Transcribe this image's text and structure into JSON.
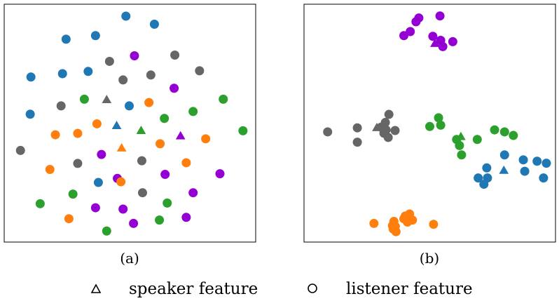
{
  "chart_data": [
    {
      "type": "scatter",
      "panel_label": "(a)",
      "colors": {
        "blue": "#1f77b4",
        "orange": "#ff7f0e",
        "green": "#2ca02c",
        "purple": "#9400d3",
        "gray": "#666666"
      },
      "xlim": [
        0,
        100
      ],
      "ylim": [
        0,
        100
      ],
      "points": [
        {
          "x": 48.3,
          "y": 97.8,
          "color": "blue",
          "marker": "circle"
        },
        {
          "x": 60.3,
          "y": 94.2,
          "color": "blue",
          "marker": "circle"
        },
        {
          "x": 23.1,
          "y": 87.5,
          "color": "blue",
          "marker": "circle"
        },
        {
          "x": 35.5,
          "y": 89.1,
          "color": "blue",
          "marker": "circle"
        },
        {
          "x": 51.9,
          "y": 80.1,
          "color": "purple",
          "marker": "circle"
        },
        {
          "x": 68.9,
          "y": 80.4,
          "color": "gray",
          "marker": "circle"
        },
        {
          "x": 41.4,
          "y": 77.6,
          "color": "gray",
          "marker": "circle"
        },
        {
          "x": 79.3,
          "y": 73.4,
          "color": "gray",
          "marker": "circle"
        },
        {
          "x": 8.3,
          "y": 70.6,
          "color": "blue",
          "marker": "circle"
        },
        {
          "x": 21.6,
          "y": 72.1,
          "color": "blue",
          "marker": "circle"
        },
        {
          "x": 32.4,
          "y": 73.1,
          "color": "blue",
          "marker": "circle"
        },
        {
          "x": 58.8,
          "y": 71.5,
          "color": "gray",
          "marker": "circle"
        },
        {
          "x": 47.1,
          "y": 69.3,
          "color": "gray",
          "marker": "circle"
        },
        {
          "x": 68.6,
          "y": 65.6,
          "color": "purple",
          "marker": "circle"
        },
        {
          "x": 40.2,
          "y": 60.4,
          "color": "gray",
          "marker": "triangle"
        },
        {
          "x": 30.8,
          "y": 60.7,
          "color": "green",
          "marker": "circle"
        },
        {
          "x": 58.0,
          "y": 59.2,
          "color": "orange",
          "marker": "circle"
        },
        {
          "x": 89.3,
          "y": 60.7,
          "color": "green",
          "marker": "circle"
        },
        {
          "x": 21.0,
          "y": 57.7,
          "color": "gray",
          "marker": "circle"
        },
        {
          "x": 49.7,
          "y": 57.7,
          "color": "blue",
          "marker": "circle"
        },
        {
          "x": 76.6,
          "y": 55.2,
          "color": "green",
          "marker": "circle"
        },
        {
          "x": 8.0,
          "y": 54.0,
          "color": "blue",
          "marker": "circle"
        },
        {
          "x": 64.5,
          "y": 52.1,
          "color": "green",
          "marker": "circle"
        },
        {
          "x": 36.1,
          "y": 49.7,
          "color": "orange",
          "marker": "circle"
        },
        {
          "x": 44.4,
          "y": 48.8,
          "color": "blue",
          "marker": "triangle"
        },
        {
          "x": 54.7,
          "y": 46.6,
          "color": "green",
          "marker": "triangle"
        },
        {
          "x": 97.6,
          "y": 46.6,
          "color": "green",
          "marker": "circle"
        },
        {
          "x": 18.6,
          "y": 44.8,
          "color": "orange",
          "marker": "circle"
        },
        {
          "x": 28.0,
          "y": 45.4,
          "color": "orange",
          "marker": "circle"
        },
        {
          "x": 71.3,
          "y": 44.2,
          "color": "purple",
          "marker": "triangle"
        },
        {
          "x": 81.9,
          "y": 43.0,
          "color": "orange",
          "marker": "circle"
        },
        {
          "x": 62.7,
          "y": 40.8,
          "color": "orange",
          "marker": "circle"
        },
        {
          "x": 3.9,
          "y": 37.8,
          "color": "gray",
          "marker": "circle"
        },
        {
          "x": 46.5,
          "y": 38.8,
          "color": "orange",
          "marker": "triangle"
        },
        {
          "x": 38.0,
          "y": 36.0,
          "color": "purple",
          "marker": "circle"
        },
        {
          "x": 55.0,
          "y": 33.2,
          "color": "gray",
          "marker": "circle"
        },
        {
          "x": 73.7,
          "y": 32.3,
          "color": "orange",
          "marker": "circle"
        },
        {
          "x": 28.0,
          "y": 32.0,
          "color": "gray",
          "marker": "circle"
        },
        {
          "x": 16.3,
          "y": 29.3,
          "color": "orange",
          "marker": "circle"
        },
        {
          "x": 44.7,
          "y": 25.3,
          "color": "purple",
          "marker": "circle"
        },
        {
          "x": 64.8,
          "y": 27.1,
          "color": "purple",
          "marker": "circle"
        },
        {
          "x": 87.9,
          "y": 27.4,
          "color": "purple",
          "marker": "circle"
        },
        {
          "x": 36.7,
          "y": 23.5,
          "color": "blue",
          "marker": "circle"
        },
        {
          "x": 46.2,
          "y": 23.8,
          "color": "orange",
          "marker": "circle"
        },
        {
          "x": 55.3,
          "y": 18.9,
          "color": "gray",
          "marker": "circle"
        },
        {
          "x": 26.0,
          "y": 18.3,
          "color": "green",
          "marker": "circle"
        },
        {
          "x": 76.6,
          "y": 18.9,
          "color": "purple",
          "marker": "circle"
        },
        {
          "x": 12.2,
          "y": 14.0,
          "color": "green",
          "marker": "circle"
        },
        {
          "x": 35.5,
          "y": 12.2,
          "color": "purple",
          "marker": "circle"
        },
        {
          "x": 65.7,
          "y": 14.3,
          "color": "green",
          "marker": "circle"
        },
        {
          "x": 47.1,
          "y": 11.6,
          "color": "purple",
          "marker": "circle"
        },
        {
          "x": 24.3,
          "y": 7.3,
          "color": "orange",
          "marker": "circle"
        },
        {
          "x": 51.5,
          "y": 5.2,
          "color": "purple",
          "marker": "circle"
        },
        {
          "x": 62.4,
          "y": 6.7,
          "color": "green",
          "marker": "circle"
        },
        {
          "x": 73.7,
          "y": 7.9,
          "color": "purple",
          "marker": "circle"
        },
        {
          "x": 40.2,
          "y": 1.8,
          "color": "green",
          "marker": "circle"
        }
      ]
    },
    {
      "type": "scatter",
      "panel_label": "(b)",
      "colors": {
        "blue": "#1f77b4",
        "orange": "#ff7f0e",
        "green": "#2ca02c",
        "purple": "#9400d3",
        "gray": "#666666"
      },
      "xlim": [
        0,
        100
      ],
      "ylim": [
        0,
        100
      ],
      "points": [
        {
          "x": 54.3,
          "y": 97.9,
          "color": "purple",
          "marker": "circle"
        },
        {
          "x": 44.2,
          "y": 95.3,
          "color": "purple",
          "marker": "circle"
        },
        {
          "x": 45.4,
          "y": 97.0,
          "color": "purple",
          "marker": "circle"
        },
        {
          "x": 41.8,
          "y": 90.9,
          "color": "purple",
          "marker": "circle"
        },
        {
          "x": 39.1,
          "y": 89.1,
          "color": "purple",
          "marker": "circle"
        },
        {
          "x": 51.3,
          "y": 88.8,
          "color": "purple",
          "marker": "circle"
        },
        {
          "x": 54.6,
          "y": 87.0,
          "color": "purple",
          "marker": "circle"
        },
        {
          "x": 59.7,
          "y": 86.4,
          "color": "purple",
          "marker": "circle"
        },
        {
          "x": 52.2,
          "y": 85.5,
          "color": "purple",
          "marker": "triangle"
        },
        {
          "x": 55.5,
          "y": 84.2,
          "color": "purple",
          "marker": "circle"
        },
        {
          "x": 32.8,
          "y": 53.9,
          "color": "gray",
          "marker": "circle"
        },
        {
          "x": 53.7,
          "y": 52.4,
          "color": "green",
          "marker": "circle"
        },
        {
          "x": 31.3,
          "y": 50.3,
          "color": "gray",
          "marker": "circle"
        },
        {
          "x": 29.5,
          "y": 48.2,
          "color": "gray",
          "marker": "circle"
        },
        {
          "x": 19.5,
          "y": 47.9,
          "color": "gray",
          "marker": "circle"
        },
        {
          "x": 27.7,
          "y": 47.9,
          "color": "gray",
          "marker": "triangle"
        },
        {
          "x": 54.6,
          "y": 49.1,
          "color": "green",
          "marker": "circle"
        },
        {
          "x": 50.0,
          "y": 48.5,
          "color": "green",
          "marker": "circle"
        },
        {
          "x": 31.6,
          "y": 47.0,
          "color": "gray",
          "marker": "circle"
        },
        {
          "x": 35.4,
          "y": 46.7,
          "color": "gray",
          "marker": "circle"
        },
        {
          "x": 7.0,
          "y": 46.1,
          "color": "gray",
          "marker": "circle"
        },
        {
          "x": 30.7,
          "y": 45.5,
          "color": "gray",
          "marker": "circle"
        },
        {
          "x": 32.5,
          "y": 43.6,
          "color": "gray",
          "marker": "circle"
        },
        {
          "x": 77.3,
          "y": 47.0,
          "color": "green",
          "marker": "circle"
        },
        {
          "x": 81.5,
          "y": 46.1,
          "color": "green",
          "marker": "circle"
        },
        {
          "x": 85.2,
          "y": 44.5,
          "color": "green",
          "marker": "circle"
        },
        {
          "x": 63.1,
          "y": 43.9,
          "color": "green",
          "marker": "triangle"
        },
        {
          "x": 61.3,
          "y": 42.7,
          "color": "green",
          "marker": "circle"
        },
        {
          "x": 70.0,
          "y": 42.7,
          "color": "green",
          "marker": "circle"
        },
        {
          "x": 19.5,
          "y": 41.5,
          "color": "gray",
          "marker": "circle"
        },
        {
          "x": 62.5,
          "y": 40.0,
          "color": "green",
          "marker": "circle"
        },
        {
          "x": 63.4,
          "y": 35.8,
          "color": "green",
          "marker": "circle"
        },
        {
          "x": 81.5,
          "y": 35.8,
          "color": "blue",
          "marker": "circle"
        },
        {
          "x": 89.4,
          "y": 33.6,
          "color": "blue",
          "marker": "circle"
        },
        {
          "x": 95.2,
          "y": 33.0,
          "color": "blue",
          "marker": "circle"
        },
        {
          "x": 99.1,
          "y": 32.1,
          "color": "blue",
          "marker": "circle"
        },
        {
          "x": 74.0,
          "y": 30.0,
          "color": "blue",
          "marker": "circle"
        },
        {
          "x": 81.2,
          "y": 28.8,
          "color": "blue",
          "marker": "triangle"
        },
        {
          "x": 90.0,
          "y": 28.5,
          "color": "blue",
          "marker": "circle"
        },
        {
          "x": 70.4,
          "y": 25.5,
          "color": "blue",
          "marker": "circle"
        },
        {
          "x": 74.3,
          "y": 25.5,
          "color": "blue",
          "marker": "circle"
        },
        {
          "x": 97.9,
          "y": 25.5,
          "color": "blue",
          "marker": "circle"
        },
        {
          "x": 72.8,
          "y": 22.7,
          "color": "blue",
          "marker": "circle"
        },
        {
          "x": 39.7,
          "y": 8.5,
          "color": "orange",
          "marker": "circle"
        },
        {
          "x": 41.5,
          "y": 9.4,
          "color": "orange",
          "marker": "circle"
        },
        {
          "x": 39.1,
          "y": 7.3,
          "color": "orange",
          "marker": "circle"
        },
        {
          "x": 40.6,
          "y": 5.8,
          "color": "orange",
          "marker": "circle"
        },
        {
          "x": 42.7,
          "y": 6.7,
          "color": "orange",
          "marker": "circle"
        },
        {
          "x": 34.9,
          "y": 6.1,
          "color": "orange",
          "marker": "circle"
        },
        {
          "x": 34.3,
          "y": 4.2,
          "color": "orange",
          "marker": "circle"
        },
        {
          "x": 26.5,
          "y": 5.2,
          "color": "orange",
          "marker": "circle"
        },
        {
          "x": 35.5,
          "y": 3.9,
          "color": "orange",
          "marker": "circle"
        },
        {
          "x": 34.6,
          "y": 2.7,
          "color": "orange",
          "marker": "circle"
        },
        {
          "x": 35.8,
          "y": 1.5,
          "color": "orange",
          "marker": "circle"
        },
        {
          "x": 51.6,
          "y": 4.8,
          "color": "orange",
          "marker": "circle"
        }
      ]
    }
  ],
  "legend": {
    "items": [
      {
        "marker": "triangle",
        "label": "speaker feature"
      },
      {
        "marker": "circle",
        "label": "listener feature"
      }
    ]
  }
}
